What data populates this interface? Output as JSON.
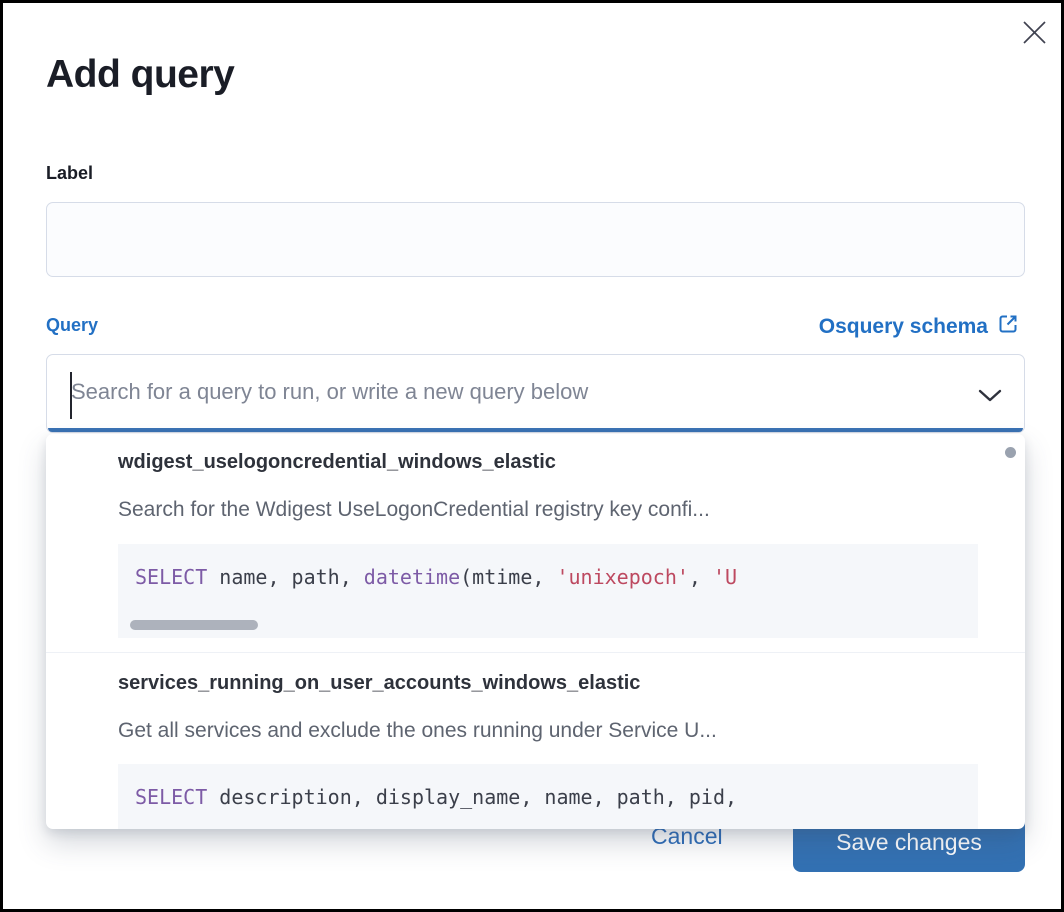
{
  "modal": {
    "title": "Add query",
    "close_icon": "close-x"
  },
  "label_field": {
    "label": "Label",
    "value": "",
    "placeholder": ""
  },
  "query_field": {
    "label": "Query",
    "schema_link_label": "Osquery schema",
    "external_link_icon": "external-link",
    "search_value": "",
    "search_placeholder": "Search for a query to run, or write a new query below",
    "dropdown_icon": "chevron-down"
  },
  "dropdown": {
    "scroll_indicator": "vertical-scrollbar-dot",
    "options": [
      {
        "title": "wdigest_uselogoncredential_windows_elastic",
        "description": "Search for the Wdigest UseLogonCredential registry key confi...",
        "code_tokens": [
          {
            "type": "keyword",
            "text": "SELECT"
          },
          {
            "type": "plain",
            "text": " name, path, "
          },
          {
            "type": "keyword",
            "text": "datetime"
          },
          {
            "type": "plain",
            "text": "(mtime, "
          },
          {
            "type": "string",
            "text": "'unixepoch'"
          },
          {
            "type": "plain",
            "text": ", "
          },
          {
            "type": "string",
            "text": "'U"
          }
        ],
        "has_horizontal_scrollbar": true
      },
      {
        "title": "services_running_on_user_accounts_windows_elastic",
        "description": "Get all services and exclude the ones running under Service U...",
        "code_tokens": [
          {
            "type": "keyword",
            "text": "SELECT"
          },
          {
            "type": "plain",
            "text": " description, display_name, name, path, pid,"
          }
        ],
        "has_horizontal_scrollbar": false
      }
    ]
  },
  "footer": {
    "cancel_label": "Cancel",
    "save_label": "Save changes"
  },
  "colors": {
    "link_blue": "#2270c4",
    "primary_button_blue": "#3371b3",
    "focus_underline_blue": "#3a72b4",
    "code_keyword_purple": "#7d5ba6",
    "code_string_red": "#bd4960",
    "code_background": "#f5f7fa",
    "text_dark": "#1a1d26",
    "text_muted": "#5e6470"
  }
}
